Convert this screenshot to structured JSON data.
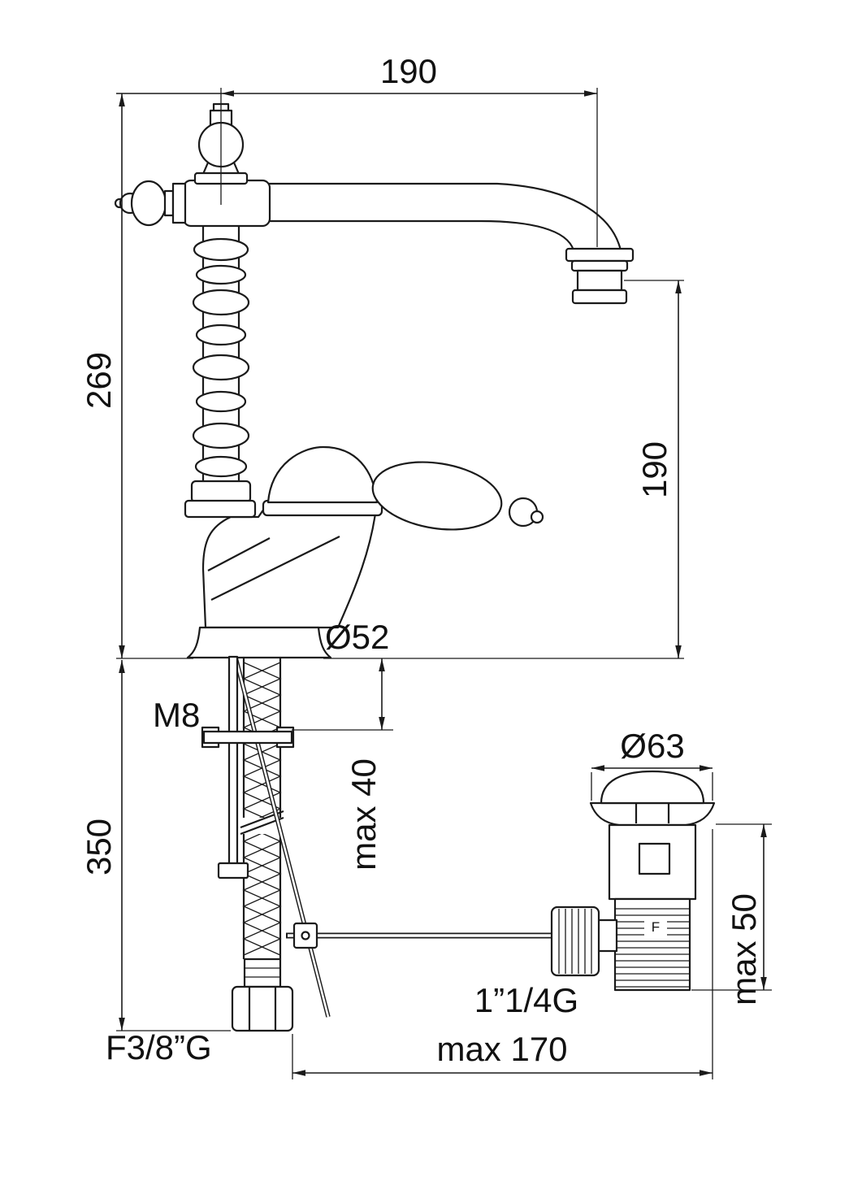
{
  "page": {
    "background": "#ffffff",
    "line_color": "#1a1a1a"
  },
  "drawing": {
    "type": "technical-drawing",
    "subject": "classic single-hole basin mixer tap with swan spout, flexible supply hose and pop-up waste, dimensioned in millimetres",
    "labels": {
      "spout_reach": "190",
      "total_height": "269",
      "spout_height": "190",
      "base_diameter": "Ø52",
      "fixing_stud": "M8",
      "hose_length": "350",
      "deck_thickness": "max 40",
      "waste_flange_diameter": "Ø63",
      "waste_thread": "1”1/4G",
      "waste_deck_thickness": "max 50",
      "supply_thread": "F3/8”G",
      "drain_offset": "max 170",
      "waste_mark": "F"
    }
  }
}
